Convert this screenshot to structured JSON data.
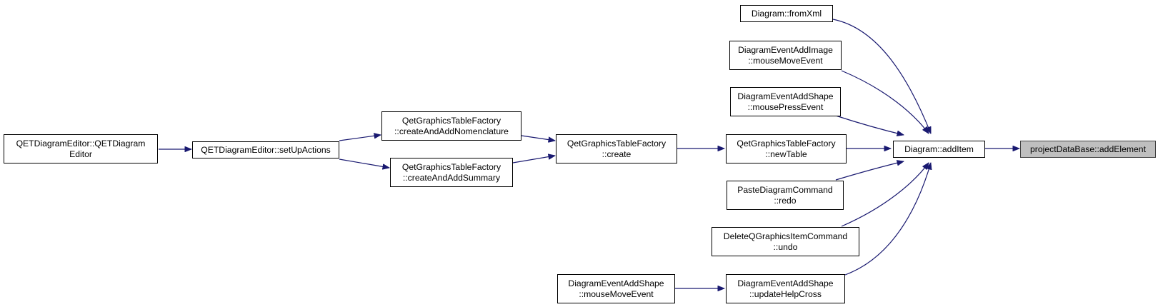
{
  "colors": {
    "edge": "#191970",
    "node_border": "#000000",
    "focus_fill": "#bfbfbf",
    "background": "#ffffff"
  },
  "nodes": {
    "qetdiagrameditor_ctor": {
      "line1": "QETDiagramEditor::QETDiagram",
      "line2": "Editor"
    },
    "setupactions": {
      "line1": "QETDiagramEditor::setUpActions"
    },
    "create_nomenclature": {
      "line1": "QetGraphicsTableFactory",
      "line2": "::createAndAddNomenclature"
    },
    "create_summary": {
      "line1": "QetGraphicsTableFactory",
      "line2": "::createAndAddSummary"
    },
    "factory_create": {
      "line1": "QetGraphicsTableFactory",
      "line2": "::create"
    },
    "factory_newtable": {
      "line1": "QetGraphicsTableFactory",
      "line2": "::newTable"
    },
    "diagram_fromxml": {
      "line1": "Diagram::fromXml"
    },
    "addimage_mousemove": {
      "line1": "DiagramEventAddImage",
      "line2": "::mouseMoveEvent"
    },
    "addshape_mousepress": {
      "line1": "DiagramEventAddShape",
      "line2": "::mousePressEvent"
    },
    "paste_redo": {
      "line1": "PasteDiagramCommand",
      "line2": "::redo"
    },
    "delete_undo": {
      "line1": "DeleteQGraphicsItemCommand",
      "line2": "::undo"
    },
    "addshape_mousemove": {
      "line1": "DiagramEventAddShape",
      "line2": "::mouseMoveEvent"
    },
    "addshape_helpcross": {
      "line1": "DiagramEventAddShape",
      "line2": "::updateHelpCross"
    },
    "diagram_additem": {
      "line1": "Diagram::addItem"
    },
    "projectdb_addelement": {
      "line1": "projectDataBase::addElement"
    }
  }
}
